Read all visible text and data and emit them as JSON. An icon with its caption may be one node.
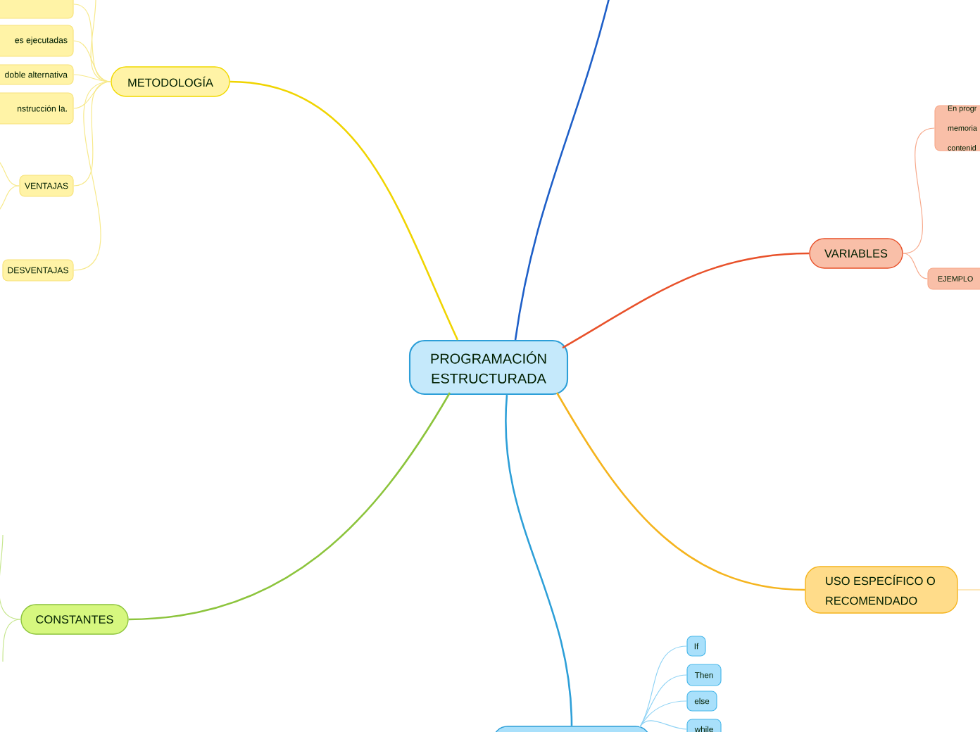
{
  "diagram": {
    "nodes": [
      {
        "text": [
          "PROGRAMACIÓN ESTRUCTURADA"
        ]
      },
      {
        "text": [
          "METODOLOGÍA"
        ]
      },
      {
        "text": [],
        "shape": "box"
      },
      {
        "text": [
          "es ejecutadas"
        ]
      },
      {
        "text": [
          "doble alternativa"
        ]
      },
      {
        "text": [
          "nstrucción la."
        ]
      },
      {
        "text": [
          "VENTAJAS"
        ]
      },
      {
        "text": [
          "DESVENTAJAS"
        ]
      },
      {
        "text": [
          "VARIABLES"
        ]
      },
      {
        "text": [
          "En progr memoria contenid"
        ]
      },
      {
        "text": [
          "EJEMPLO"
        ]
      },
      {
        "text": [
          "USO ESPECÍFICO O RECOMENDADO"
        ]
      },
      {
        "text": [
          "CONSTANTES"
        ]
      },
      {
        "text": [],
        "shape": "box"
      },
      {
        "text": [
          "If"
        ]
      },
      {
        "text": [
          "Then"
        ]
      },
      {
        "text": [
          "else"
        ]
      },
      {
        "text": [
          "while"
        ]
      }
    ],
    "edges": [
      {
        "from": 0,
        "to": 1,
        "arrow": "none",
        "color": "#f0d400"
      },
      {
        "from": 0,
        "to": 8,
        "arrow": "none",
        "color": "#e8512a"
      },
      {
        "from": 0,
        "to": 11,
        "arrow": "none",
        "color": "#f5b41e"
      },
      {
        "from": 0,
        "to": 12,
        "arrow": "none",
        "color": "#8cc43c"
      },
      {
        "from": 0,
        "to": 13,
        "arrow": "none",
        "color": "#2d9fd8"
      },
      {
        "from": 0,
        "to": null,
        "arrow": "none",
        "color": "#1e5fc8"
      },
      {
        "from": 1,
        "to": 2,
        "arrow": "none",
        "color": "#f7e98a"
      },
      {
        "from": 1,
        "to": 3,
        "arrow": "none",
        "color": "#f7e98a"
      },
      {
        "from": 1,
        "to": 4,
        "arrow": "none",
        "color": "#f7e98a"
      },
      {
        "from": 1,
        "to": 5,
        "arrow": "none",
        "color": "#f7e98a"
      },
      {
        "from": 1,
        "to": 6,
        "arrow": "none",
        "color": "#f7e98a"
      },
      {
        "from": 1,
        "to": 7,
        "arrow": "none",
        "color": "#f7e98a"
      },
      {
        "from": 1,
        "to": null,
        "arrow": "none",
        "color": "#f7e98a"
      },
      {
        "from": 6,
        "to": null,
        "arrow": "none",
        "color": "#f7e98a"
      },
      {
        "from": 6,
        "to": null,
        "arrow": "none",
        "color": "#f7e98a"
      },
      {
        "from": 8,
        "to": 9,
        "arrow": "none",
        "color": "#f7a88a"
      },
      {
        "from": 8,
        "to": 10,
        "arrow": "none",
        "color": "#f7a88a"
      },
      {
        "from": 11,
        "to": null,
        "arrow": "none",
        "color": "#fbd27a"
      },
      {
        "from": 12,
        "to": null,
        "arrow": "none",
        "color": "#c6e68e"
      },
      {
        "from": 12,
        "to": null,
        "arrow": "none",
        "color": "#c6e68e"
      },
      {
        "from": 13,
        "to": 14,
        "arrow": "none",
        "color": "#8fd3f5"
      },
      {
        "from": 13,
        "to": 15,
        "arrow": "none",
        "color": "#8fd3f5"
      },
      {
        "from": 13,
        "to": 16,
        "arrow": "none",
        "color": "#8fd3f5"
      },
      {
        "from": 13,
        "to": 17,
        "arrow": "none",
        "color": "#8fd3f5"
      }
    ]
  }
}
